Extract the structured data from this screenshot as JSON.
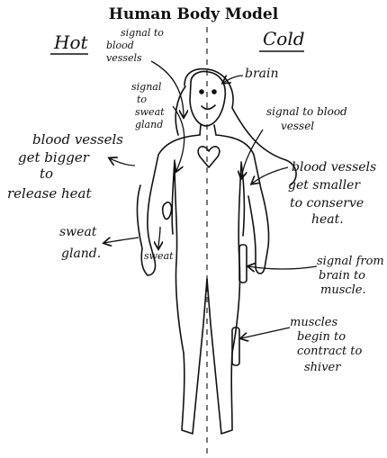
{
  "title": "Human Body Model",
  "sides": {
    "hot": "Hot",
    "cold": "Cold"
  },
  "labels": {
    "signal_blood_vessels": [
      "signal to",
      "blood",
      "vessels"
    ],
    "brain": "brain",
    "signal_sweat_gland": [
      "signal",
      "to",
      "sweat",
      "gland"
    ],
    "signal_blood_vessel": [
      "signal to blood",
      "vessel"
    ],
    "blood_vessels_bigger": [
      "blood vessels",
      "get bigger",
      "to",
      "release heat"
    ],
    "blood_vessels_smaller": [
      "blood vessels",
      "get smaller",
      "to conserve",
      "heat."
    ],
    "sweat_gland": [
      "sweat",
      "gland."
    ],
    "sweat": "sweat",
    "signal_brain_muscle": [
      "signal from",
      "brain to",
      "muscle."
    ],
    "muscles_shiver": [
      "muscles",
      "begin to",
      "contract to",
      "shiver"
    ]
  }
}
